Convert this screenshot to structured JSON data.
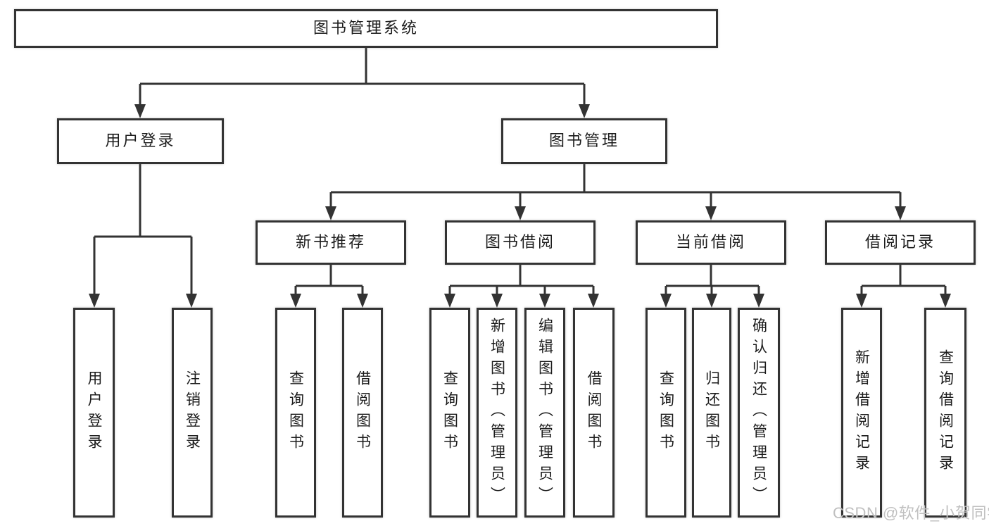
{
  "diagram": {
    "root": {
      "label": "图书管理系统",
      "children": [
        {
          "label": "用户登录",
          "children": [
            {
              "label": "用户登录"
            },
            {
              "label": "注销登录"
            }
          ]
        },
        {
          "label": "图书管理",
          "children": [
            {
              "label": "新书推荐",
              "children": [
                {
                  "label": "查询图书"
                },
                {
                  "label": "借阅图书"
                }
              ]
            },
            {
              "label": "图书借阅",
              "children": [
                {
                  "label": "查询图书"
                },
                {
                  "label": "新增图书（管理员）"
                },
                {
                  "label": "编辑图书（管理员）"
                },
                {
                  "label": "借阅图书"
                }
              ]
            },
            {
              "label": "当前借阅",
              "children": [
                {
                  "label": "查询图书"
                },
                {
                  "label": "归还图书"
                },
                {
                  "label": "确认归还（管理员）"
                }
              ]
            },
            {
              "label": "借阅记录",
              "children": [
                {
                  "label": "新增借阅记录"
                },
                {
                  "label": "查询借阅记录"
                }
              ]
            }
          ]
        }
      ]
    },
    "watermark": "CSDN @软件_小贺同学",
    "colors": {
      "line": "#333333",
      "box_border": "#333333",
      "text": "#1c1c1c",
      "background": "#ffffff",
      "watermark": "#c0c0c0"
    }
  }
}
